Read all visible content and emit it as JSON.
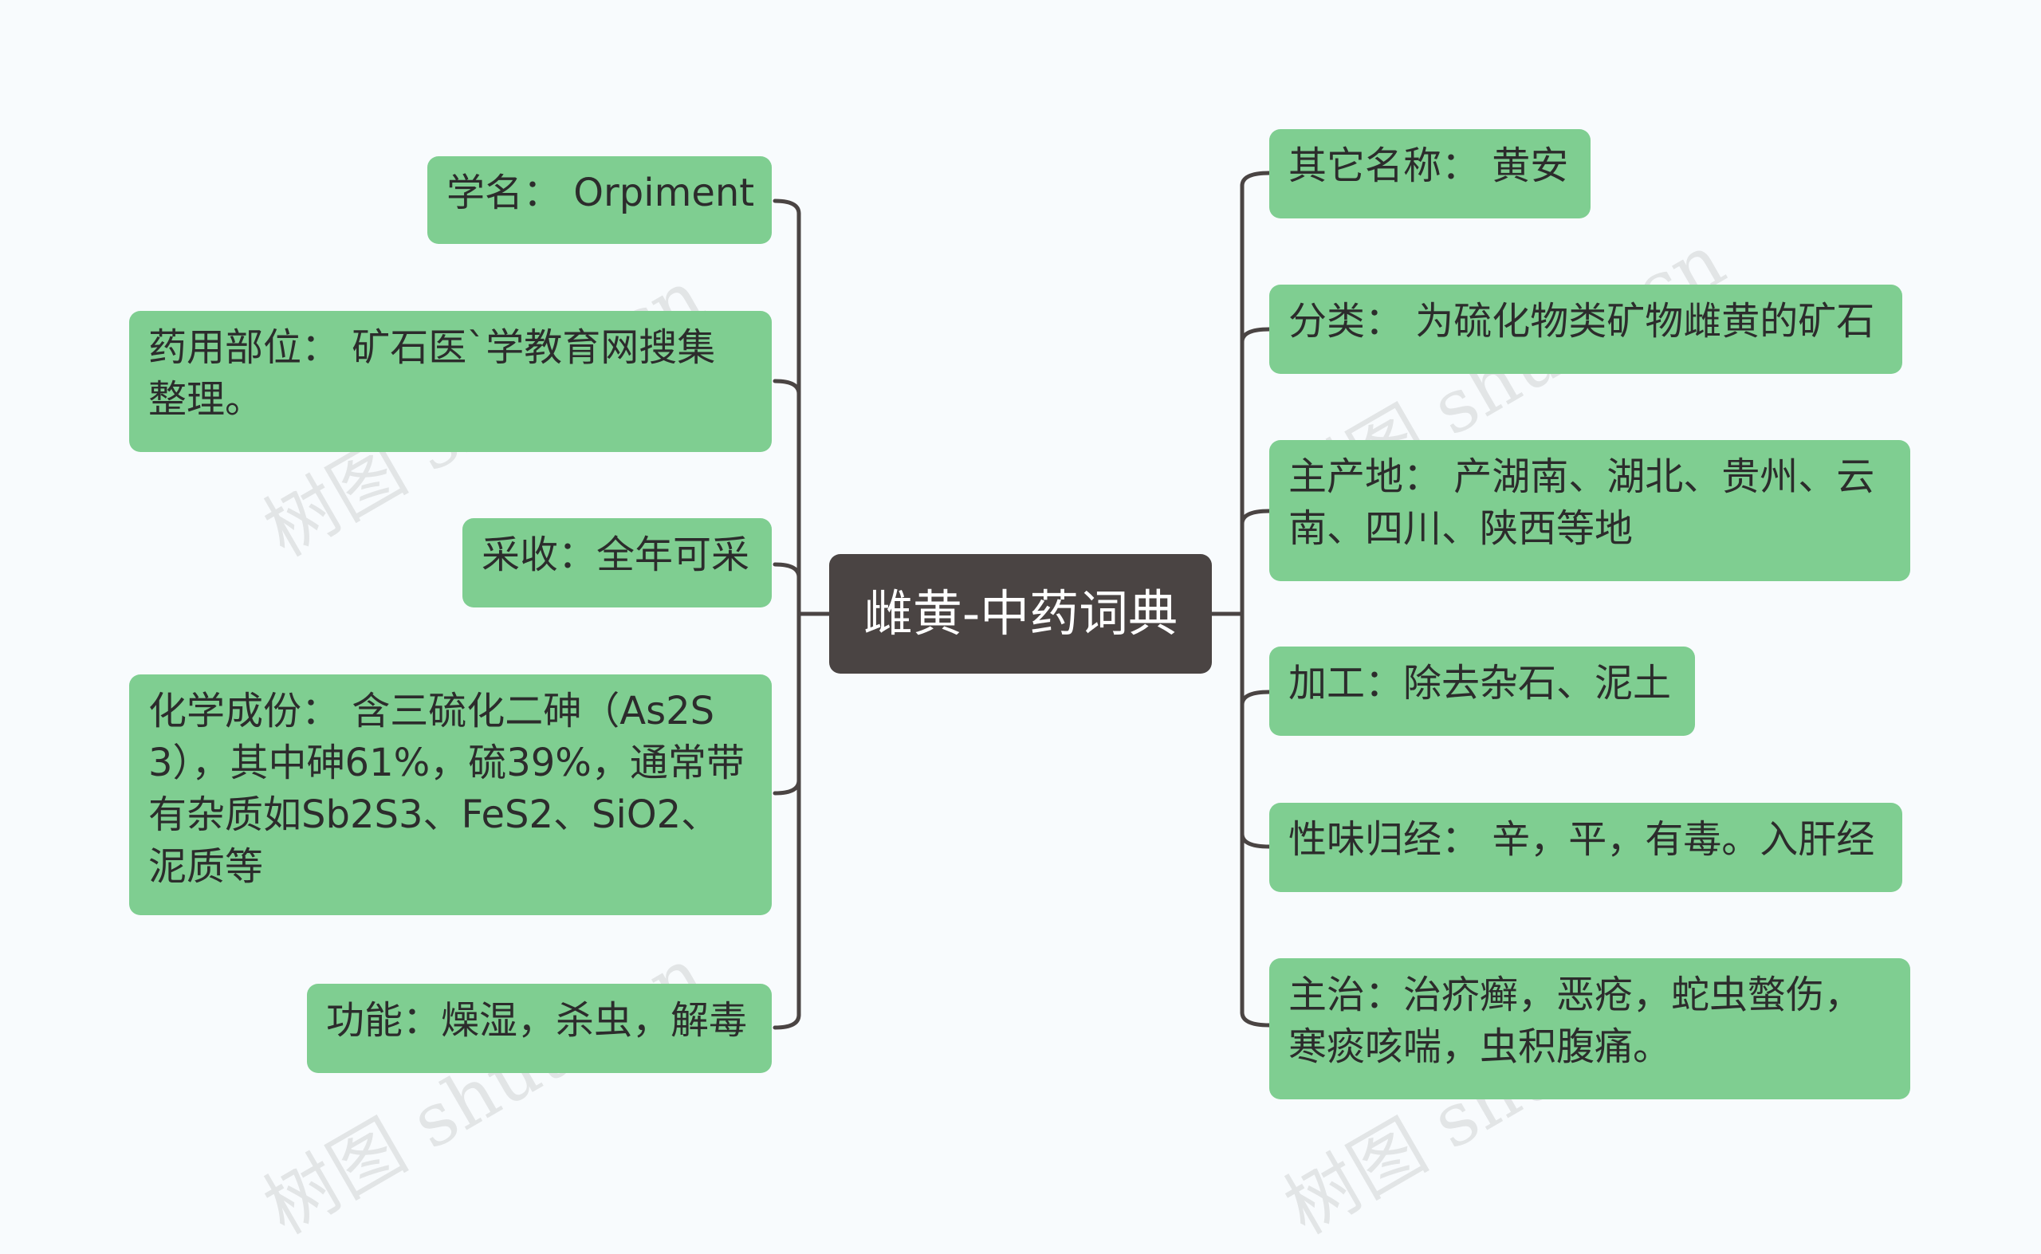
{
  "center": {
    "title": "雌黄-中药词典"
  },
  "left_nodes": [
    {
      "text": "学名：  Orpiment"
    },
    {
      "text": "药用部位：  矿石医`学教育网搜集整理。"
    },
    {
      "text": "采收：全年可采"
    },
    {
      "text": "化学成份：  含三硫化二砷（As2S3），其中砷61%，硫39%，通常带有杂质如Sb2S3、FeS2、SiO2、泥质等"
    },
    {
      "text": "功能：燥湿，杀虫，解毒"
    }
  ],
  "right_nodes": [
    {
      "text": "其它名称：  黄安"
    },
    {
      "text": "分类：  为硫化物类矿物雌黄的矿石"
    },
    {
      "text": "主产地：  产湖南、湖北、贵州、云南、四川、陕西等地"
    },
    {
      "text": "加工：除去杂石、泥土"
    },
    {
      "text": "性味归经：  辛，平，有毒。入肝经"
    },
    {
      "text": "主治：治疥癣，恶疮，蛇虫螫伤，寒痰咳喘，虫积腹痛。"
    }
  ],
  "watermark": {
    "text": "树图 shutu.cn"
  },
  "colors": {
    "node_fill": "#7fce91",
    "center_fill": "#4a4443",
    "line": "#4a4443",
    "background": "#f8fbfd"
  }
}
